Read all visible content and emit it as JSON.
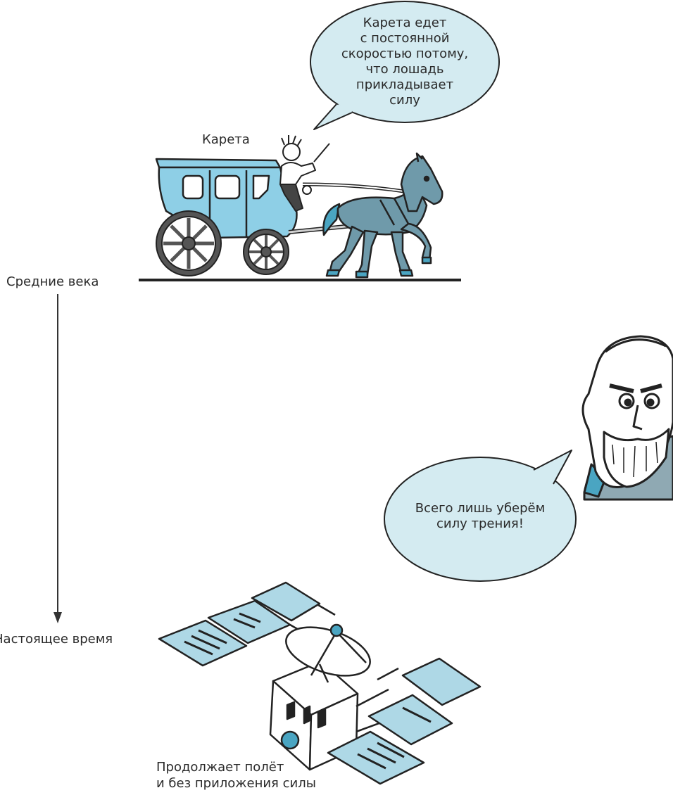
{
  "timeline": {
    "start_label": "Средние века",
    "end_label": "Настоящее время"
  },
  "carriage": {
    "label": "Карета",
    "speech_lines": [
      "Карета едет",
      "с постоянной",
      "скоростью потому,",
      "что лошадь",
      "прикладывает",
      "силу"
    ]
  },
  "scientist": {
    "speech_lines": [
      "Всего лишь уберём",
      "силу трения!"
    ]
  },
  "satellite": {
    "caption_lines": [
      "Продолжает полёт",
      "и без приложения силы"
    ]
  },
  "colors": {
    "light_blue": "#aed8e6",
    "carriage_blue": "#8ecfe6",
    "horse_blue": "#6f9aaa",
    "bubble": "#d4ebf1",
    "outline": "#222222"
  },
  "icons": [
    "carriage-icon",
    "horse-icon",
    "coachman-icon",
    "scientist-icon",
    "satellite-icon",
    "timeline-arrow-icon"
  ]
}
